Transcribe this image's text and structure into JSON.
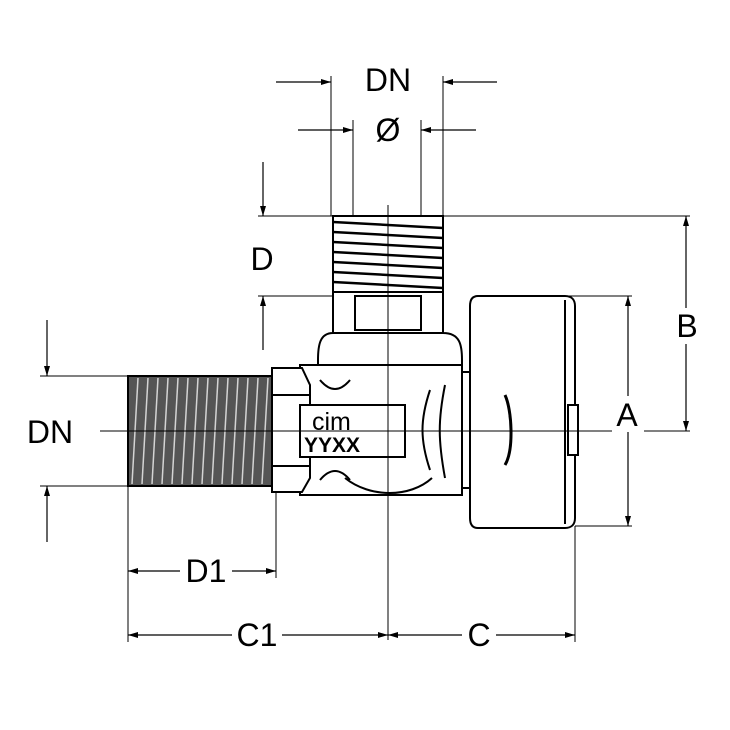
{
  "labels": {
    "dn_top": "DN",
    "diameter": "Ø",
    "d": "D",
    "b": "B",
    "a": "A",
    "dn_left": "DN",
    "d1": "D1",
    "c1": "C1",
    "c": "C"
  },
  "marking": {
    "brand": "cim",
    "code": "YYXX"
  },
  "colors": {
    "line": "#000000",
    "body_fill": "#ffffff",
    "thread_fill": "#555555"
  }
}
